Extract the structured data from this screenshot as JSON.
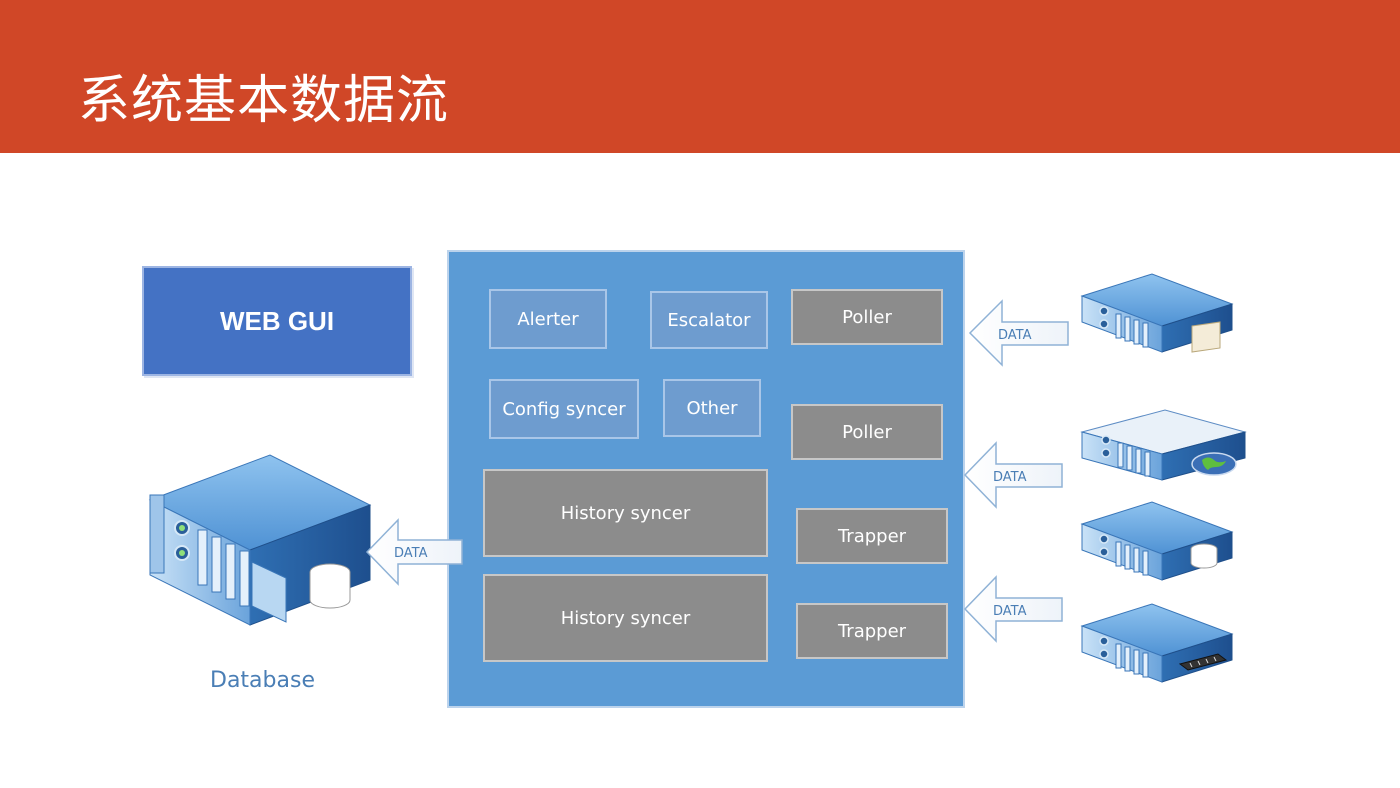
{
  "header": {
    "title": "系统基本数据流",
    "bg_color": "#d04727"
  },
  "web_gui": {
    "label": "WEB GUI"
  },
  "database": {
    "label": "Database"
  },
  "server": {
    "components": {
      "alerter": "Alerter",
      "escalator": "Escalator",
      "poller_1": "Poller",
      "config_syncer": "Config syncer",
      "other": "Other",
      "poller_2": "Poller",
      "history_syncer_1": "History syncer",
      "history_syncer_2": "History syncer",
      "trapper_1": "Trapper",
      "trapper_2": "Trapper"
    }
  },
  "arrows": {
    "db_arrow": "DATA",
    "in_arrow_1": "DATA",
    "in_arrow_2": "DATA",
    "in_arrow_3": "DATA"
  },
  "icons": [
    "database-server-icon",
    "server-doc-icon",
    "server-globe-icon",
    "server-db-icon",
    "server-chip-icon"
  ],
  "colors": {
    "main_box": "#5b9bd5",
    "web_gui": "#4472c4",
    "gray_box": "#8c8c8c"
  }
}
